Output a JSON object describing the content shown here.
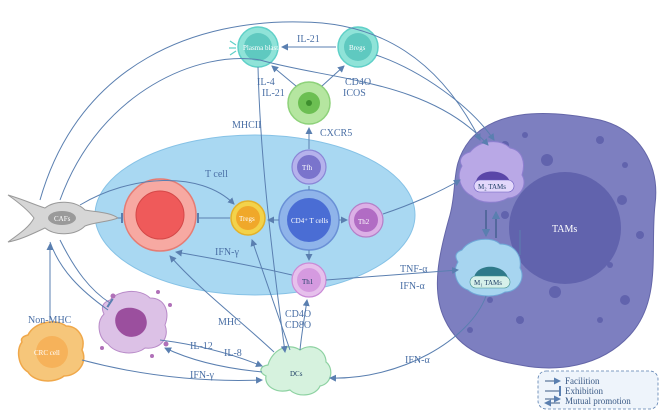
{
  "cells": {
    "cafs": "CAFs",
    "plasma": "Plasma blast",
    "bregs": "Bregs",
    "tfh": "Tfh",
    "tcell_region": "T cell",
    "tregs": "Tregs",
    "cd4": "CD4⁺ T cells",
    "th2": "Th2",
    "th1": "Th1",
    "crc": "CRC cell",
    "dcs": "DCs",
    "tams": "TAMs",
    "m2": "M₂ TAMs",
    "m1": "M₁ TAMs"
  },
  "labels": {
    "il21_top": "IL-21",
    "il4": "IL-4",
    "il21_left": "IL-21",
    "cd40_top": "CD4O",
    "icos": "ICOS",
    "cxcr5": "CXCR5",
    "mhcii": "MHCII",
    "ifng_mid": "IFN-γ",
    "tnfa": "TNF-α",
    "ifna_right": "IFN-α",
    "non_mhc": "Non-MHC",
    "mhc": "MHC",
    "cd40_bottom": "CD4O",
    "cd80": "CD8O",
    "il12": "IL-12",
    "il8": "IL-8",
    "ifng_bottom": "IFN-γ",
    "ifna_bottom": "IFN-α"
  },
  "legend": {
    "facilition": "Facilition",
    "exhibition": "Exhibition",
    "mutual": "Mutual promotion"
  },
  "colors": {
    "arrow": "#5a7fb0",
    "tcell_region": "#a9d8f2",
    "tams_body": "#7d7fc0",
    "tregs": "#f3d24a",
    "red_cell": "#ef5a5a",
    "crc": "#f6b25a",
    "dc": "#b9e6c6",
    "tfh": "#8a86d6",
    "th": "#c98ad6",
    "plasma": "#5fd0c8",
    "green": "#8ed27a"
  }
}
